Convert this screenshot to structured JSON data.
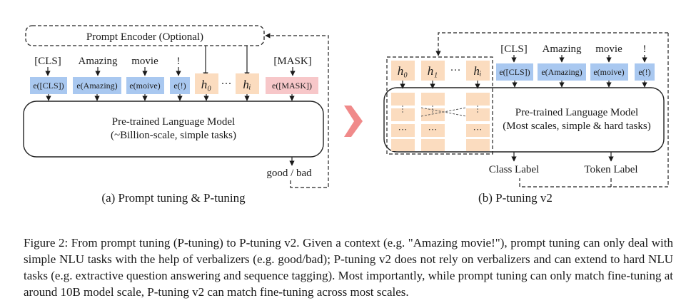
{
  "left": {
    "encoder_label": "Prompt Encoder (Optional)",
    "tokens": [
      {
        "label": "[CLS]",
        "emb": "e([CLS])"
      },
      {
        "label": "Amazing",
        "emb": "e(Amazing)"
      },
      {
        "label": "movie",
        "emb": "e(moive)"
      },
      {
        "label": "!",
        "emb": "e(!)"
      }
    ],
    "h0": "h₀",
    "dots": "···",
    "hi": "hᵢ",
    "mask_label": "[MASK]",
    "mask_emb": "e([MASK])",
    "lm_line1": "Pre-trained Language Model",
    "lm_line2": "(~Billion-scale, simple tasks)",
    "verbalizer": "good  / bad",
    "caption": "(a) Prompt tuning & P-tuning"
  },
  "right": {
    "prompts": [
      "h₀",
      "h₁",
      "hᵢ"
    ],
    "dots": "···",
    "tokens": [
      {
        "label": "[CLS]",
        "emb": "e([CLS])"
      },
      {
        "label": "Amazing",
        "emb": "e(Amazing)"
      },
      {
        "label": "movie",
        "emb": "e(moive)"
      },
      {
        "label": "!",
        "emb": "e(!)"
      }
    ],
    "lm_line1": "Pre-trained Language Model",
    "lm_line2": "(Most scales, simple & hard tasks)",
    "cell_dots": "···",
    "class_label": "Class Label",
    "token_label": "Token Label",
    "caption": "(b) P-tuning v2"
  },
  "figure_caption": "Figure 2: From prompt tuning (P-tuning) to P-tuning v2. Given a context (e.g. \"Amazing movie!\"), prompt tuning can only deal with simple NLU tasks with the help of verbalizers (e.g. good/bad); P-tuning v2 does not rely on verbalizers and can extend to hard NLU tasks (e.g. extractive question answering and sequence tagging). Most importantly, while prompt tuning can only match fine-tuning at around 10B model scale, P-tuning v2 can match fine-tuning across most scales.",
  "colors": {
    "blue": "#a9c8f0",
    "pink": "#f7c7c9",
    "peach": "#fbdcbf",
    "arrow": "#f08a8a"
  }
}
